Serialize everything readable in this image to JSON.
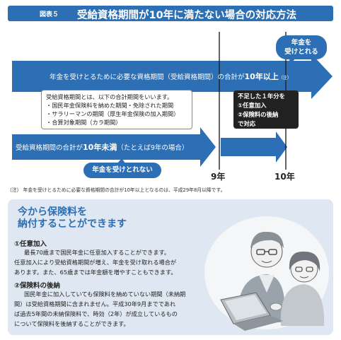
{
  "header": {
    "figure_label": "図表５",
    "title": "受給資格期間が10年に満たない場合の対応方法"
  },
  "diagram": {
    "arrow_top_text": "年金を受けとるために必要な資格期間（受給資格期間）の合計が",
    "arrow_top_highlight": "10年以上",
    "arrow_top_note": "（注）",
    "list_box": {
      "intro": "受給資格期間とは、以下の合計期間をいいます。",
      "items": [
        "・国民年金保険料を納めた期間・免除された期間",
        "・サラリーマンの期間（厚生年金保険の加入期間）",
        "・合算対象期間（カラ期間）"
      ]
    },
    "shortage_box": {
      "lines": [
        "不足した１年分を",
        "①任意加入",
        "②保険料の後納",
        "で対応"
      ]
    },
    "arrow_bottom_text": "受給資格期間の合計が",
    "arrow_bottom_highlight": "10年未満",
    "arrow_bottom_suffix": "（たとえば9年の場合）",
    "bubble_yes": [
      "年金を",
      "受けとれる"
    ],
    "bubble_no": "年金を受けとれない",
    "year_9": "9年",
    "year_10": "10年"
  },
  "note": "（注） 年金を受けとるために必要な資格期間の合計が10年以上となるのは、平成29年8月以降です。",
  "panel": {
    "title_lines": [
      "今から保険料を",
      "納付することができます"
    ],
    "section1": {
      "heading": "①任意加入",
      "lines": [
        "最長70歳まで国民年金に任意加入することができます。",
        "任意加入により受給資格期間が増え、年金を受け取れる場合が",
        "あります。また、65歳までは年金額を増やすこともできます。"
      ]
    },
    "section2": {
      "heading": "②保険料の後納",
      "lines": [
        "国民年金に加入していても保険料を納めていない期間（未納期",
        "間）は受給資格期間に含まれません。平成30年9月までであれ",
        "ば過去5年間の未納保険料で、時効（2年）が成立しているもの",
        "について保険料を後納することができます。"
      ]
    }
  },
  "colors": {
    "brand_blue": "#2d6fb4",
    "panel_bg": "#dfe8f2",
    "dark_box": "#222222"
  }
}
